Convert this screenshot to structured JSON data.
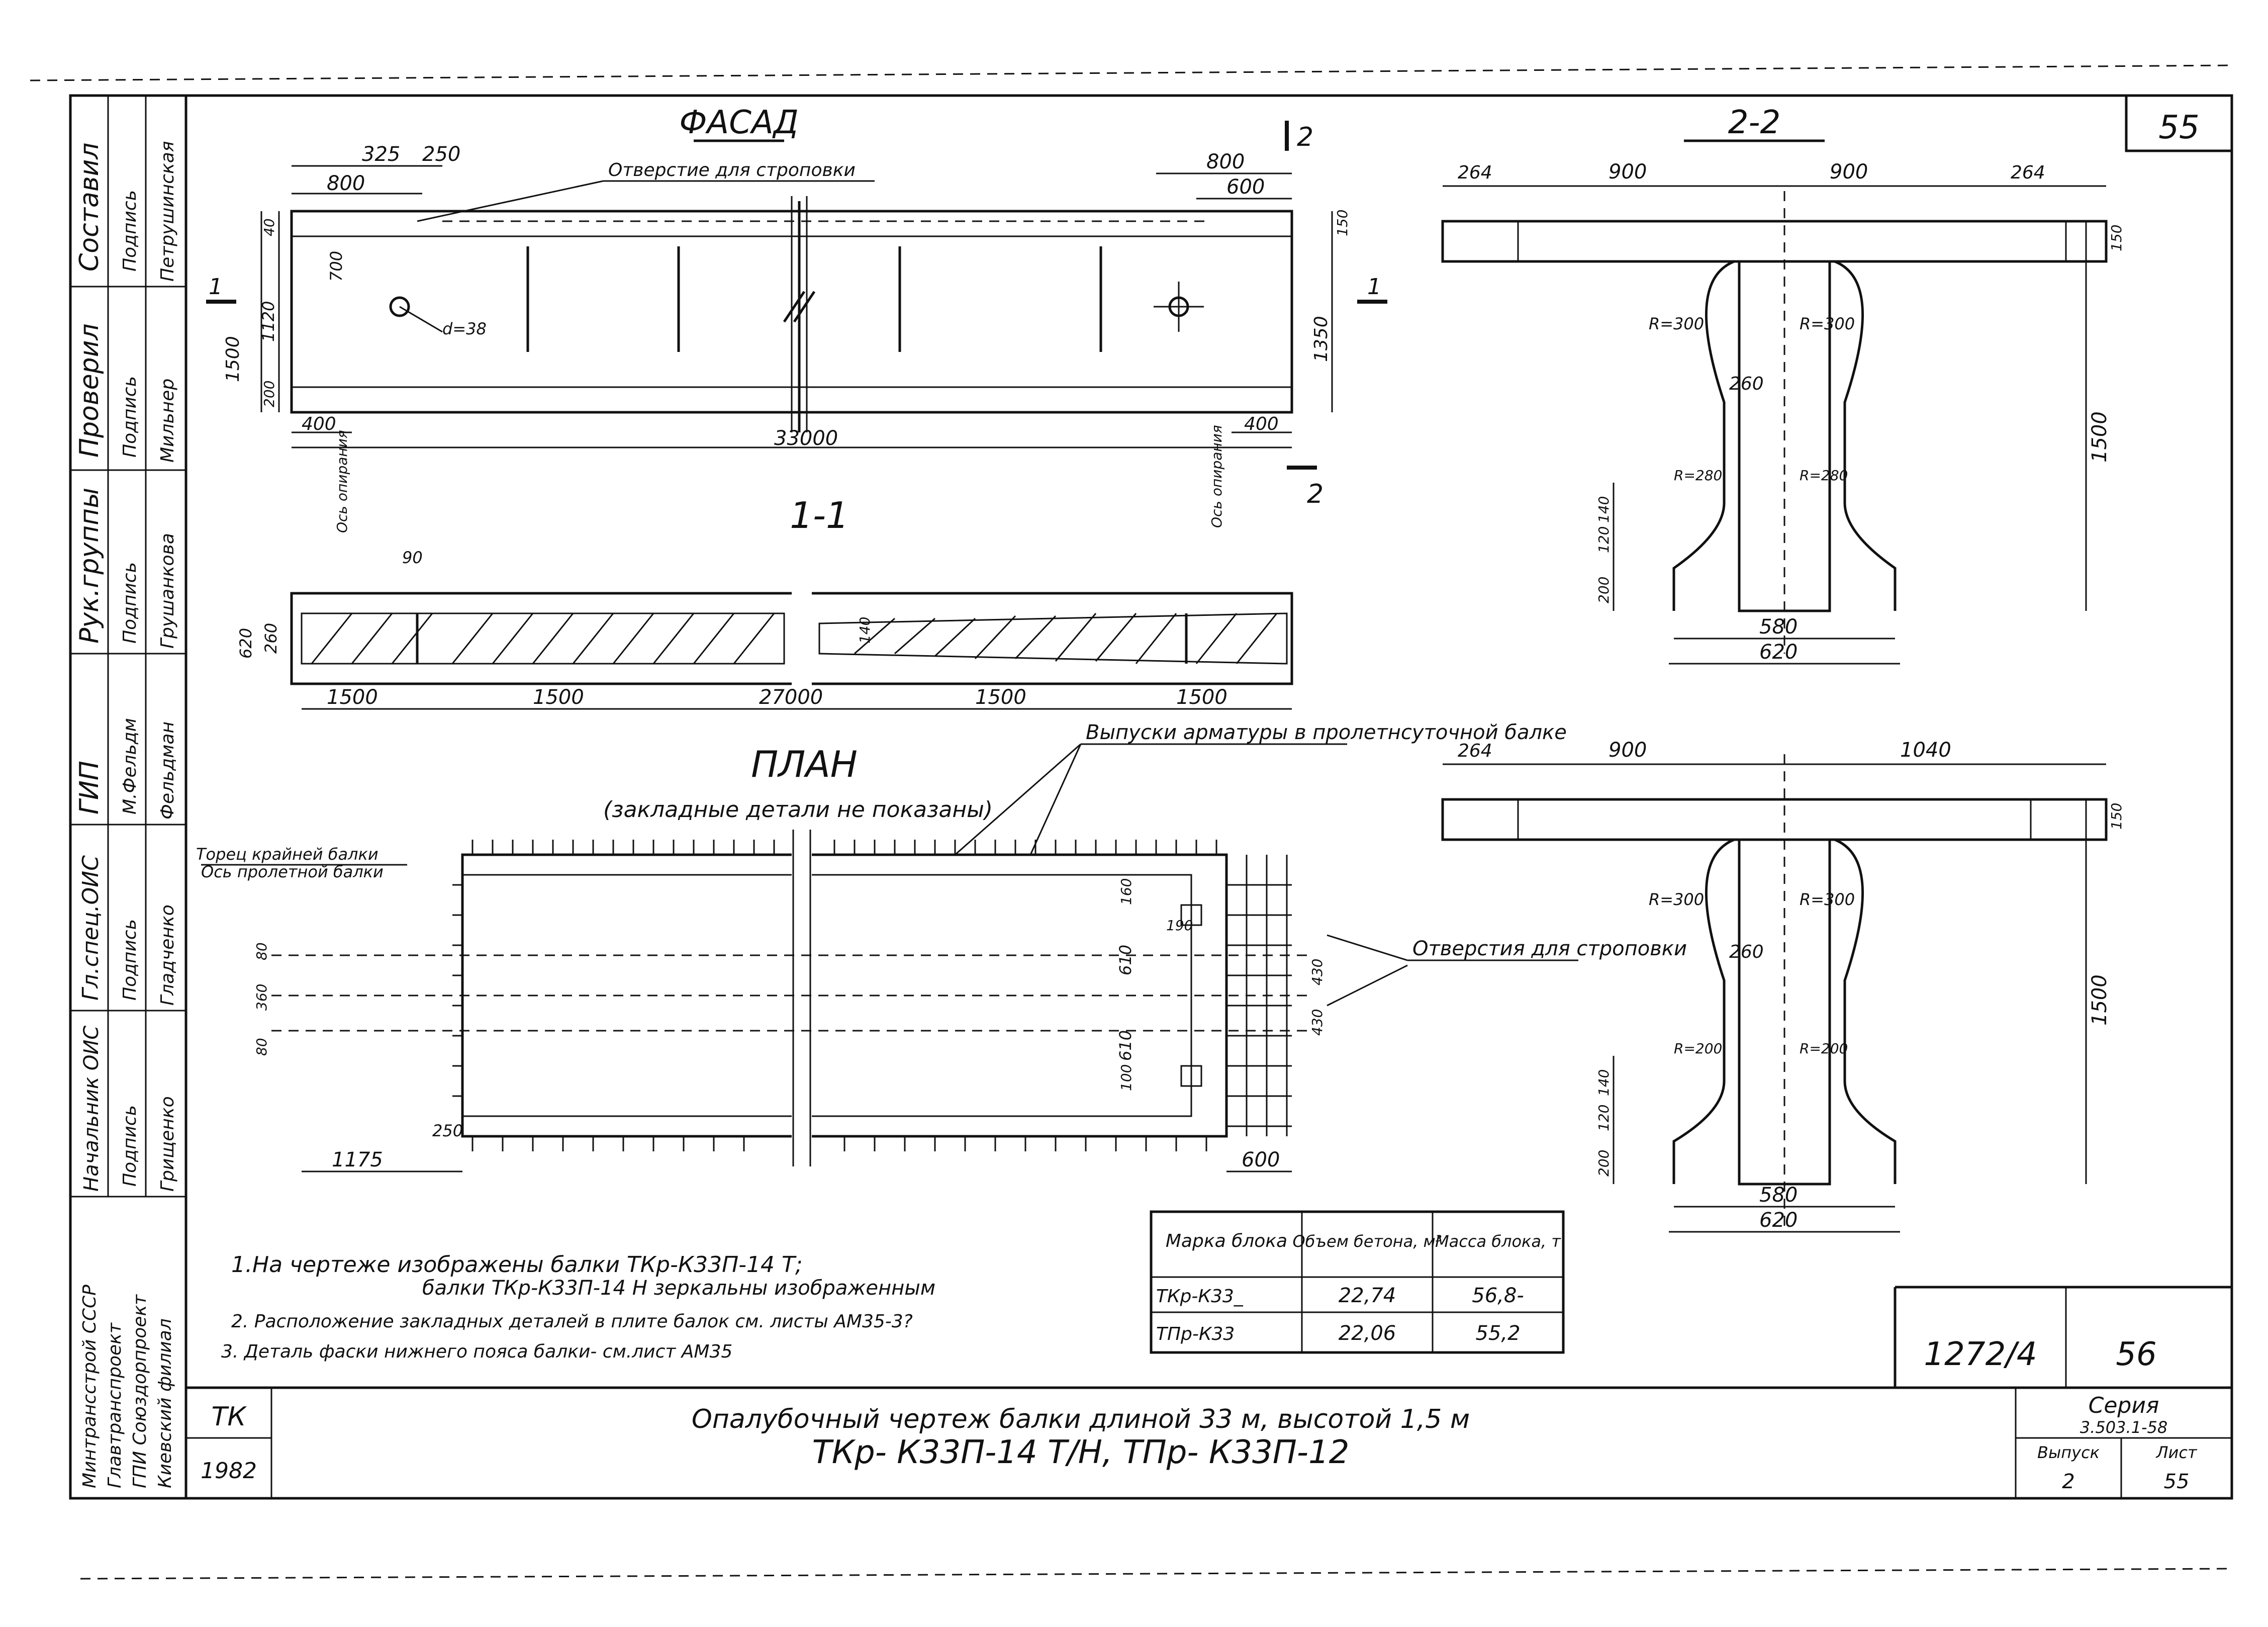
{
  "sheet_number_top": "55",
  "views": {
    "facade": {
      "title": "ФАСАД",
      "sling_hole_note": "Отверстие для строповки",
      "dims": {
        "d325": "325",
        "d250": "250",
        "d800": "800",
        "d800r": "800",
        "d600r": "600",
        "d700": "700",
        "d1120": "1120",
        "d1500": "1500",
        "d200": "200",
        "d40": "40",
        "d150": "150",
        "d1350": "1350",
        "d38": "d=38",
        "d400l": "400",
        "d33000": "33000",
        "d400r": "400"
      },
      "axis_label": "Ось опирания",
      "section_mark_1": "1",
      "section_mark_2": "2"
    },
    "section_1_1": {
      "title": "1-1",
      "dims": {
        "d90": "90",
        "d620": "620",
        "d260": "260",
        "d140": "140",
        "s1": "1500",
        "s2": "1500",
        "s3": "27000",
        "s4": "1500",
        "s5": "1500"
      }
    },
    "plan": {
      "title": "ПЛАН",
      "subtitle": "(закладные детали не показаны)",
      "rebar_note": "Выпуски арматуры в пролетнсуточной балке",
      "end_note": "Торец крайней балки",
      "end_note2": "Ось пролетной балки",
      "sling_holes": "Отверстия для строповки",
      "dims": {
        "d160": "160",
        "d190": "190",
        "d610a": "610",
        "d610b": "610",
        "d100": "100",
        "d430a": "430",
        "d430b": "430",
        "d250": "250",
        "d1175": "1175",
        "d600": "600",
        "d80": "80",
        "d360": "360",
        "d80b": "80"
      }
    },
    "section_2_2_top": {
      "title": "2-2",
      "dims": {
        "a": "264",
        "b": "900",
        "c": "900",
        "d": "264",
        "h150": "150",
        "r300a": "R=300",
        "r300b": "R=300",
        "w260": "260",
        "h1500": "1500",
        "r280a": "R=280",
        "r280b": "R=280",
        "h120": "120",
        "h140": "140",
        "h200": "200",
        "w580": "580",
        "w620": "620"
      }
    },
    "section_2_2_bottom": {
      "dims": {
        "a": "264",
        "b": "900",
        "c": "1040",
        "h150": "150",
        "r300a": "R=300",
        "r300b": "R=300",
        "w260": "260",
        "h1500": "1500",
        "r200a": "R=200",
        "r200b": "R=200",
        "h120": "120",
        "h140": "140",
        "h200": "200",
        "w580": "580",
        "w620": "620"
      }
    }
  },
  "notes": [
    "1.На чертеже изображены балки ТКр-К33П-14 Т;",
    "балки ТКр-К33П-14 Н зеркальны изображенным",
    "2. Расположение закладных деталей в плите балок см. листы АМ35-3?",
    "3. Деталь фаски нижнего пояса балки- см.лист АМ35"
  ],
  "table": {
    "headers": [
      "Марка блока",
      "Объем бетона, м³",
      "Масса блока, т"
    ],
    "rows": [
      [
        "ТКр-К33_",
        "22,74",
        "56,8-"
      ],
      [
        "ТПр-К33",
        "22,06",
        "55,2"
      ]
    ]
  },
  "sidebar": [
    {
      "role": "Составил",
      "sign": "Подпись",
      "name": "Петрушинская"
    },
    {
      "role": "Проверил",
      "sign": "Подпись",
      "name": "Мильнер"
    },
    {
      "role": "Рук.группы",
      "sign": "Подпись",
      "name": "Грушанкова"
    },
    {
      "role": "ГИП",
      "sign": "М.Фельдм",
      "name": "Фельдман"
    },
    {
      "role": "Гл.спец.ОИС",
      "sign": "Подпись",
      "name": "Гладченко"
    },
    {
      "role": "Начальник ОИС",
      "sign": "Подпись",
      "name": "Грищенко"
    }
  ],
  "org": [
    "Минтрансстрой СССР",
    "Главтранспроект",
    "ГПИ Союздорпроект",
    "Киевский филиал"
  ],
  "title_block": {
    "tk": "ТК",
    "year": "1982",
    "title_line1": "Опалубочный чертеж балки длиной 33 м, высотой 1,5 м",
    "title_line2": "ТКр- К33П-14 Т/Н, ТПр- К33П-12",
    "doc_number": "1272/4",
    "sheet": "56",
    "series_label": "Серия",
    "series_value": "3.503.1-58",
    "issue_label": "Выпуск",
    "issue_value": "2",
    "list_label": "Лист",
    "list_value": "55"
  }
}
